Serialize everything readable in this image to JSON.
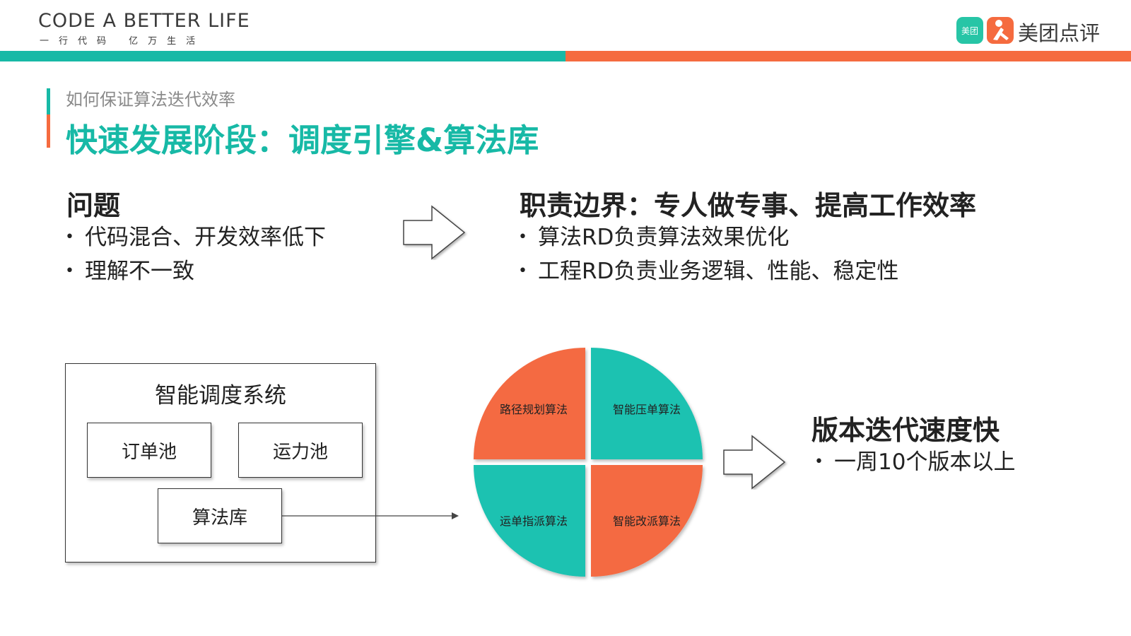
{
  "header": {
    "brand_title": "CODE A BETTER LIFE",
    "brand_subtitle": "一行代码 亿万生活",
    "logo_badge": "美团",
    "logo_text": "美团点评"
  },
  "slide": {
    "subtitle": "如何保证算法迭代效率",
    "title": "快速发展阶段：调度引擎&算法库"
  },
  "problem": {
    "heading": "问题",
    "bullets": [
      "代码混合、开发效率低下",
      "理解不一致"
    ]
  },
  "boundary": {
    "heading": "职责边界：专人做专事、提高工作效率",
    "bullets": [
      "算法RD负责算法效果优化",
      "工程RD负责业务逻辑、性能、稳定性"
    ]
  },
  "system": {
    "title": "智能调度系统",
    "order_pool": "订单池",
    "transport_pool": "运力池",
    "algo_lib": "算法库"
  },
  "algorithms": {
    "top_left": "路径规划算法",
    "top_right": "智能压单算法",
    "bottom_left": "运单指派算法",
    "bottom_right": "智能改派算法"
  },
  "speed": {
    "heading": "版本迭代速度快",
    "bullets": [
      "一周10个版本以上"
    ]
  },
  "colors": {
    "teal": "#17b9a6",
    "orange": "#f56b3f",
    "quad_teal": "#1cc2b1",
    "quad_orange": "#f46b43"
  },
  "icons": {
    "bullet": "•"
  }
}
